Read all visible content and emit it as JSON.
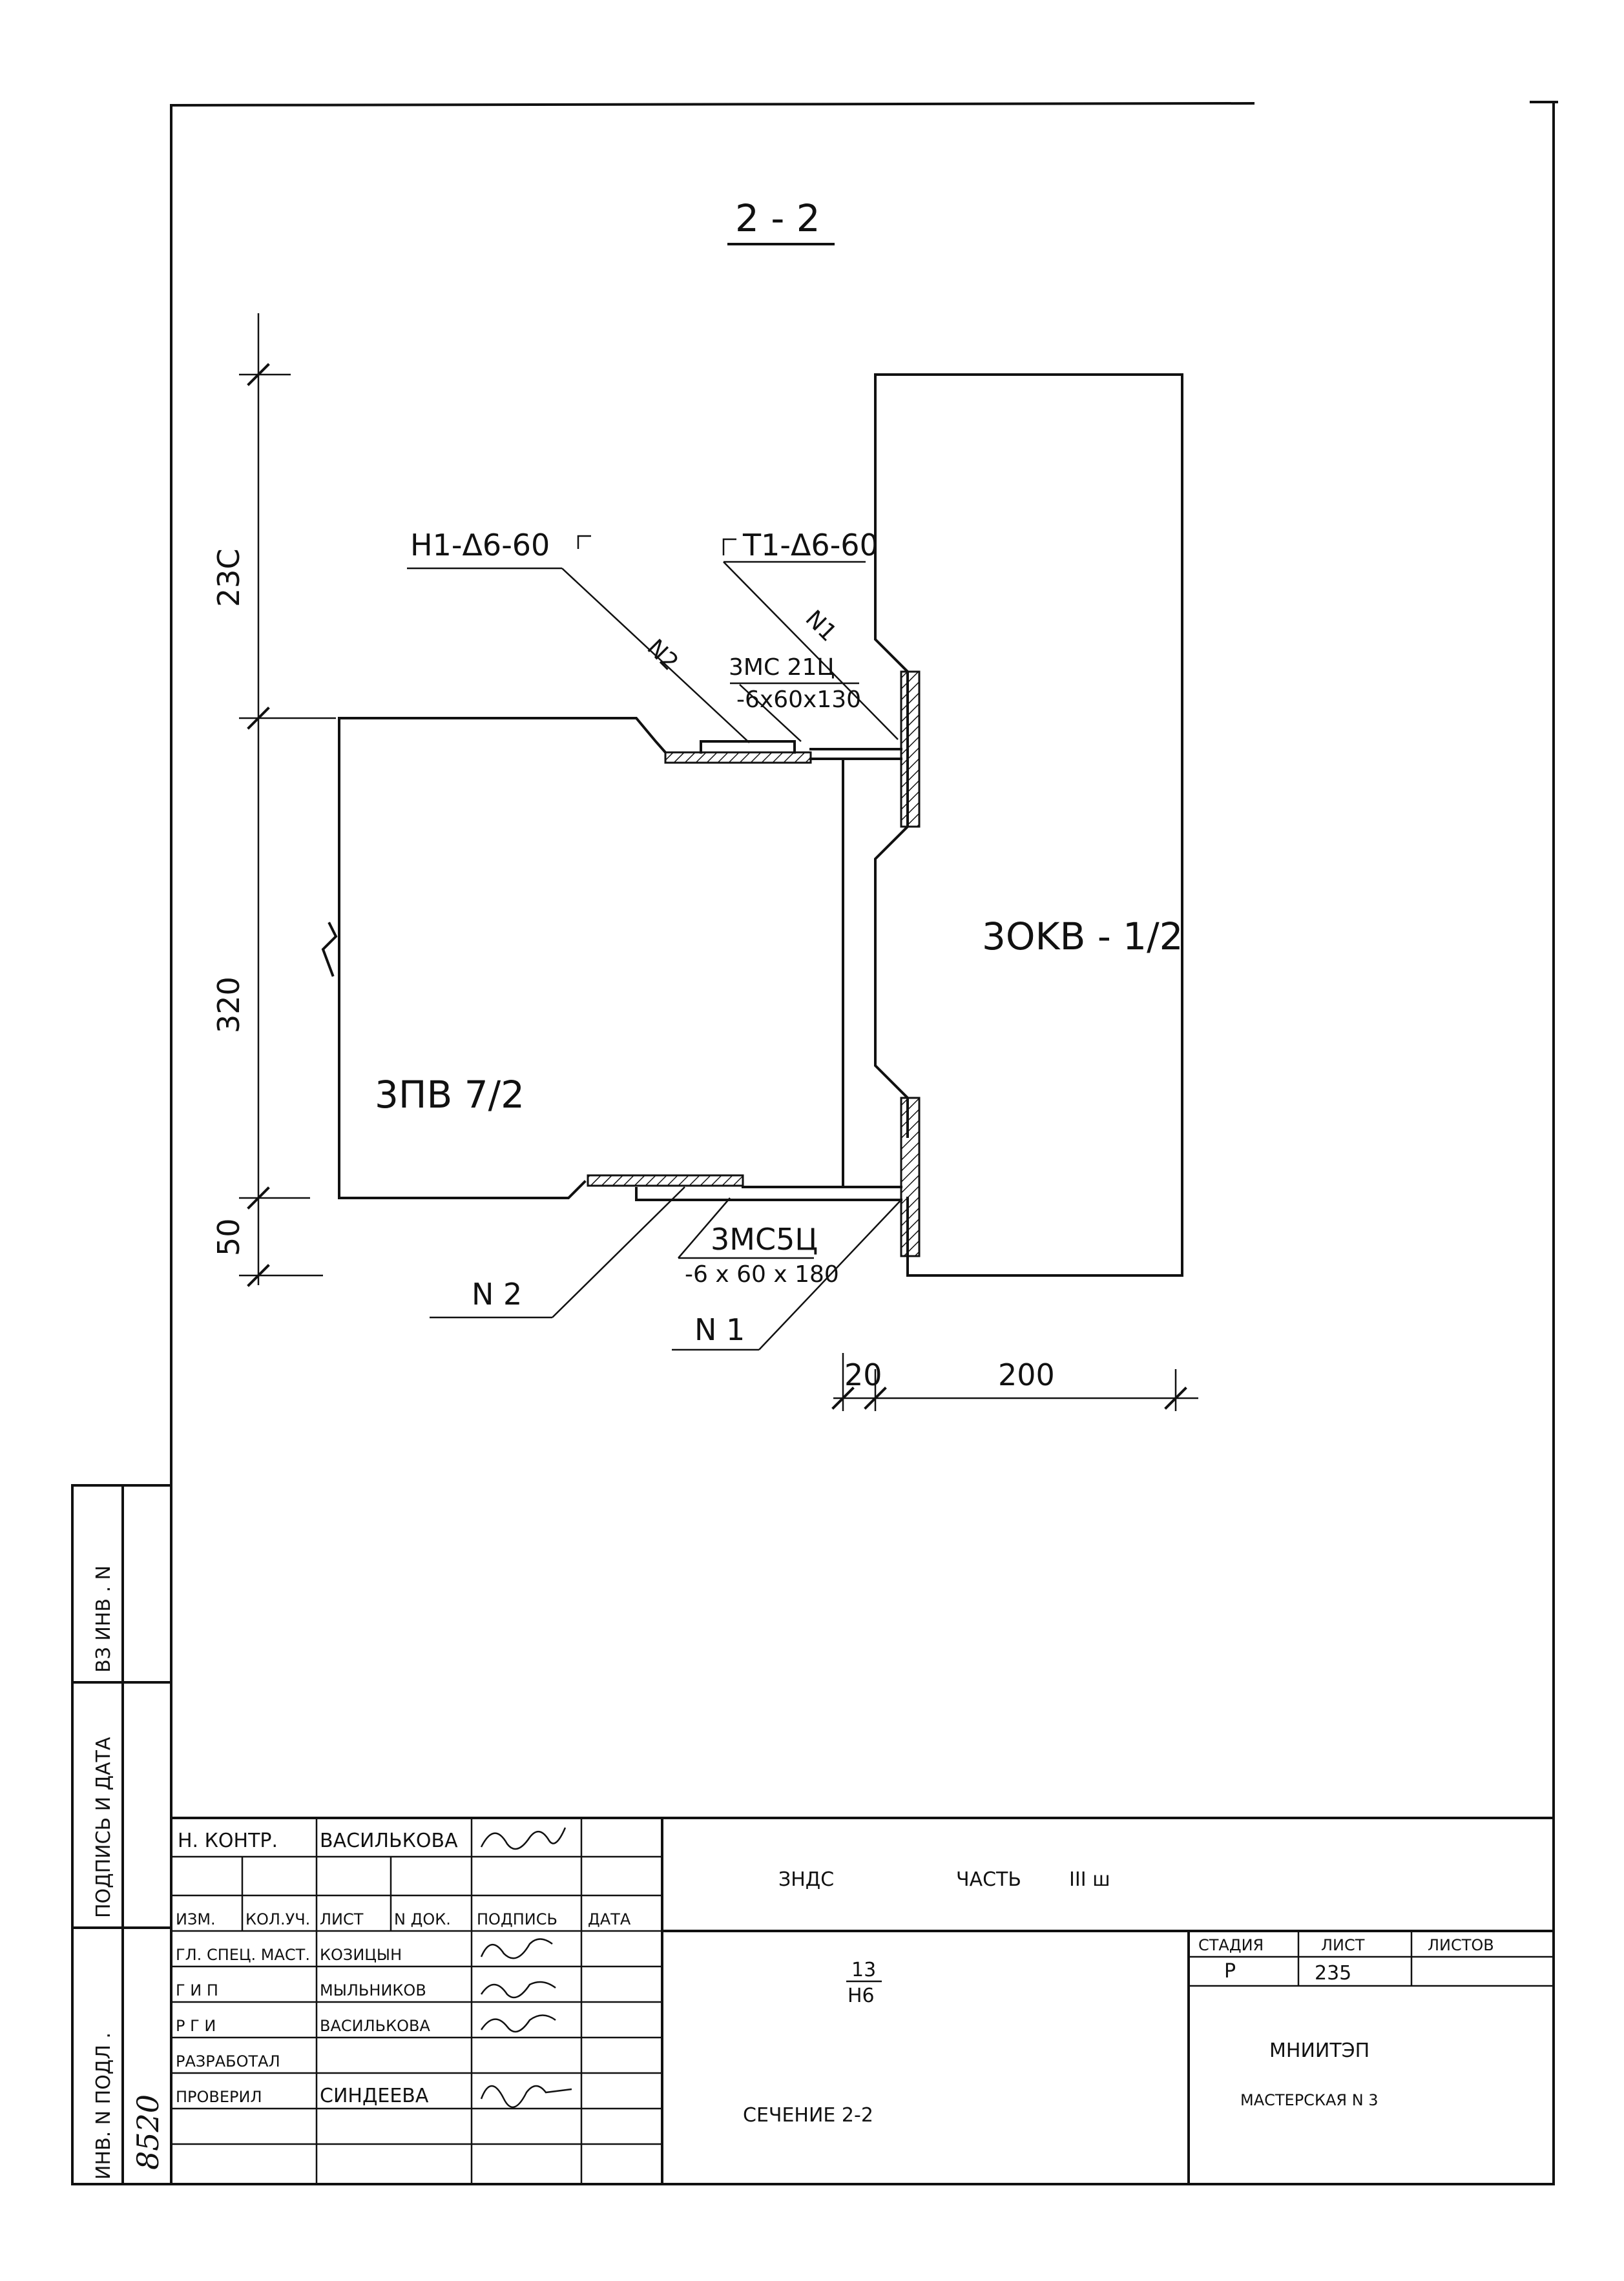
{
  "drawing": {
    "section_title": "2 - 2",
    "dims_vertical": [
      "23C",
      "320",
      "50"
    ],
    "dims_horizontal": [
      "20",
      "200"
    ],
    "callouts": {
      "top_left_weld": "Н1-Δ6-60",
      "top_right_weld": "Т1-Δ6-60",
      "plate_top_mark": "3МС 21Ц",
      "plate_top_size": "-6x60x130",
      "plate_bottom_mark": "3МС5Ц",
      "plate_bottom_size": "-6 x 60 x 180",
      "n1": "N1",
      "n2": "N2",
      "leader_n1": "N 1",
      "leader_n2": "N 2"
    },
    "elements": {
      "column": "3OKB - 1/2",
      "slab": "3ПВ 7/2"
    }
  },
  "side_stamp": {
    "inv_vz": "ВЗ  ИНВ . N",
    "sign_date": "ПОДПИСЬ  И  ДАТА",
    "inv_podl": "ИНВ. N  ПОДЛ .",
    "inv_number": "8520"
  },
  "title_block": {
    "project": "ЗНДС",
    "part": "ЧАСТЬ",
    "part_num": "III ш",
    "code_num": "13",
    "code_den": "Н6",
    "sheet_name": "СЕЧЕНИЕ  2-2",
    "stage_hdr": "СТАДИЯ",
    "sheet_hdr": "ЛИСТ",
    "sheets_hdr": "ЛИСТОВ",
    "stage": "Р",
    "sheet": "235",
    "org": "МНИИТЭП",
    "workshop": "МАСТЕРСКАЯ  N 3",
    "nkontr_label": "Н. КОНТР.",
    "nkontr_name": "ВАСИЛЬКОВА",
    "hdr_izm": "ИЗМ.",
    "hdr_koluch": "КОЛ.УЧ.",
    "hdr_list": "ЛИСТ",
    "hdr_ndok": "N ДОК.",
    "hdr_podpis": "ПОДПИСЬ",
    "hdr_data": "ДАТА",
    "rows": [
      {
        "role": "ГЛ. СПЕЦ. МАСТ.",
        "name": "КОЗИЦЫН"
      },
      {
        "role": "Г И П",
        "name": "МЫЛЬНИКОВ"
      },
      {
        "role": "Р Г И",
        "name": "ВАСИЛЬКОВА"
      },
      {
        "role": "РАЗРАБОТАЛ",
        "name": ""
      },
      {
        "role": "ПРОВЕРИЛ",
        "name": "СИНДЕЕВА"
      }
    ]
  }
}
